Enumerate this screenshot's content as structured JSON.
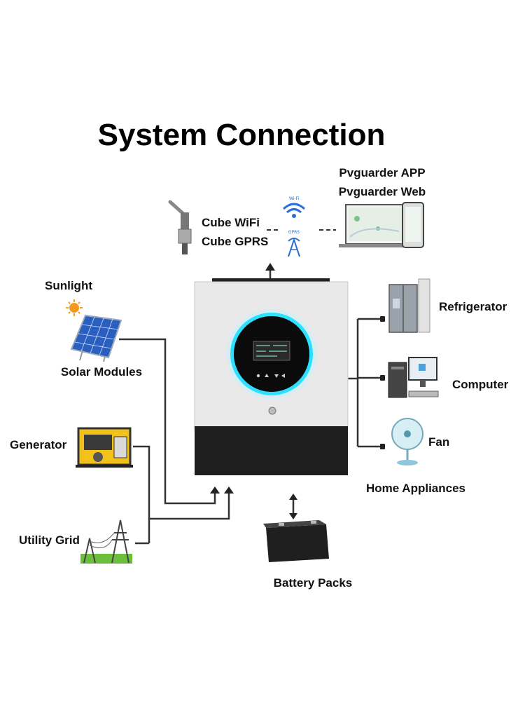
{
  "title": "System Connection",
  "monitoring": {
    "device_line1": "Cube WiFi",
    "device_line2": "Cube GPRS",
    "wifi_label": "Wi-Fi",
    "gprs_label": "GPRS",
    "app_line1": "Pvguarder APP",
    "app_line2": "Pvguarder Web"
  },
  "inputs": {
    "sunlight": "Sunlight",
    "solar": "Solar Modules",
    "generator": "Generator",
    "grid": "Utility Grid"
  },
  "outputs": {
    "refrigerator": "Refrigerator",
    "computer": "Computer",
    "fan": "Fan",
    "group": "Home Appliances"
  },
  "storage": {
    "battery": "Battery Packs"
  }
}
